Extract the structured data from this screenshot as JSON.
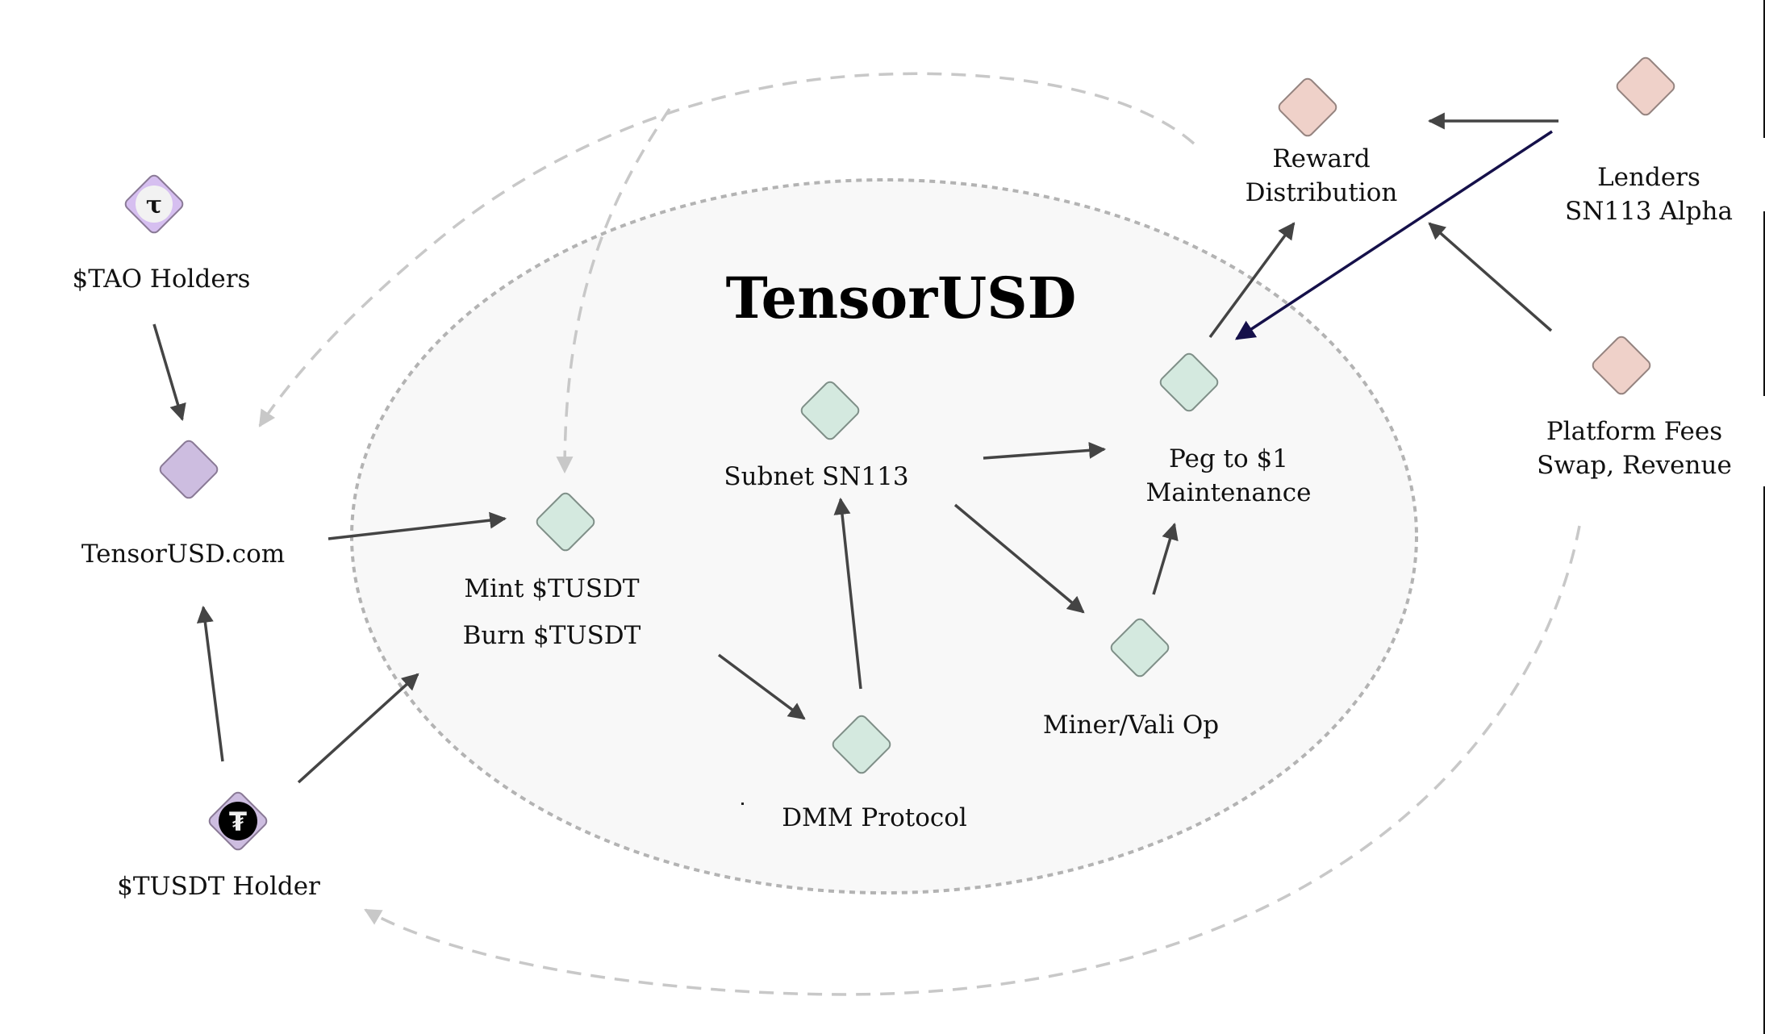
{
  "title": "TensorUSD",
  "colors": {
    "holder_fill": "#d6bff0",
    "holder_stroke": "#8a7a96",
    "site_fill": "#cdbde0",
    "core_fill": "#d4e9df",
    "core_stroke": "#7f8f88",
    "external_fill": "#efd1c9",
    "external_stroke": "#958480",
    "ellipse_fill": "#f8f8f8",
    "ellipse_stroke": "#b3b3b3",
    "arrow": "#444444",
    "feedback_arrow": "#c8c8c8",
    "highlight_arrow": "#15104a"
  },
  "nodes": {
    "tao_holders": {
      "label": "$TAO Holders",
      "icon": "tao-coin-icon",
      "glyph": "τ"
    },
    "tensorusd_com": {
      "label": "TensorUSD.com"
    },
    "tusdt_holder": {
      "label": "$TUSDT Holder",
      "icon": "tether-coin-icon",
      "glyph": "₮"
    },
    "mint_burn": {
      "label_1": "Mint $TUSDT",
      "label_2": "Burn $TUSDT"
    },
    "subnet": {
      "label": "Subnet SN113"
    },
    "peg": {
      "label_1": "Peg to $1",
      "label_2": "Maintenance"
    },
    "miner": {
      "label": "Miner/Vali Op"
    },
    "dmm": {
      "label": "DMM Protocol"
    },
    "reward": {
      "label_1": "Reward",
      "label_2": "Distribution"
    },
    "lenders": {
      "label_1": "Lenders",
      "label_2": "SN113 Alpha"
    },
    "platform": {
      "label_1": "Platform Fees",
      "label_2": "Swap, Revenue"
    }
  },
  "edges": [
    {
      "from": "tao_holders",
      "to": "tensorusd_com",
      "style": "solid"
    },
    {
      "from": "tensorusd_com",
      "to": "mint_burn",
      "style": "solid"
    },
    {
      "from": "tusdt_holder",
      "to": "tensorusd_com",
      "style": "solid"
    },
    {
      "from": "tusdt_holder",
      "to": "mint_burn",
      "style": "solid"
    },
    {
      "from": "mint_burn",
      "to": "dmm",
      "style": "solid"
    },
    {
      "from": "dmm",
      "to": "subnet",
      "style": "solid"
    },
    {
      "from": "subnet",
      "to": "peg",
      "style": "solid"
    },
    {
      "from": "subnet",
      "to": "miner",
      "style": "solid"
    },
    {
      "from": "miner",
      "to": "peg",
      "style": "solid"
    },
    {
      "from": "peg",
      "to": "reward",
      "style": "solid"
    },
    {
      "from": "lenders",
      "to": "reward",
      "style": "solid"
    },
    {
      "from": "lenders",
      "to": "peg",
      "style": "highlight"
    },
    {
      "from": "platform",
      "to": "reward",
      "style": "solid"
    },
    {
      "from": "reward",
      "to": "tensorusd_com",
      "style": "dashed"
    },
    {
      "from": "reward",
      "to": "mint_burn",
      "style": "dashed"
    },
    {
      "from": "platform",
      "to": "tusdt_holder",
      "style": "dashed"
    }
  ]
}
